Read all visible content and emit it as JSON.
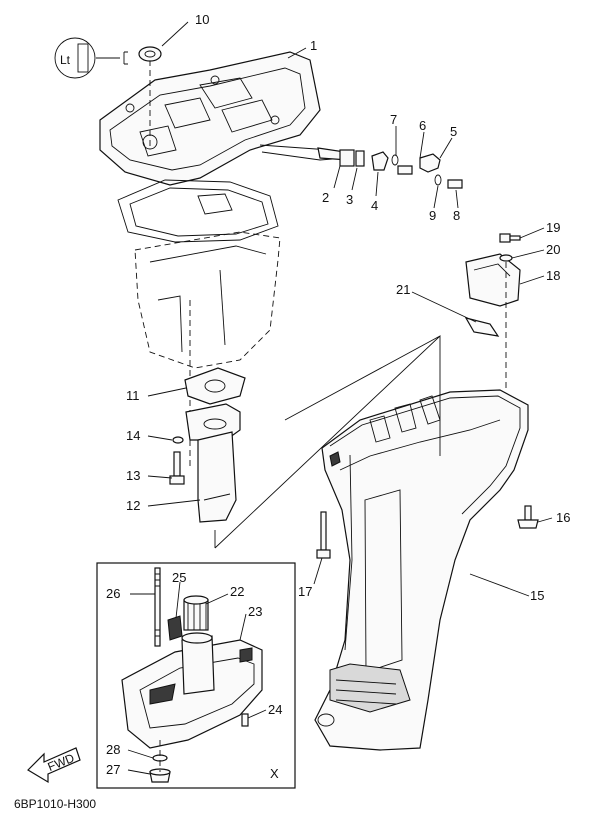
{
  "callouts": [
    {
      "id": "c1",
      "text": "1"
    },
    {
      "id": "c2",
      "text": "2"
    },
    {
      "id": "c3",
      "text": "3"
    },
    {
      "id": "c4",
      "text": "4"
    },
    {
      "id": "c5",
      "text": "5"
    },
    {
      "id": "c6",
      "text": "6"
    },
    {
      "id": "c7",
      "text": "7"
    },
    {
      "id": "c8",
      "text": "8"
    },
    {
      "id": "c9",
      "text": "9"
    },
    {
      "id": "c10",
      "text": "10"
    },
    {
      "id": "c11",
      "text": "11"
    },
    {
      "id": "c12",
      "text": "12"
    },
    {
      "id": "c13",
      "text": "13"
    },
    {
      "id": "c14",
      "text": "14"
    },
    {
      "id": "c15",
      "text": "15"
    },
    {
      "id": "c16",
      "text": "16"
    },
    {
      "id": "c17",
      "text": "17"
    },
    {
      "id": "c18",
      "text": "18"
    },
    {
      "id": "c19",
      "text": "19"
    },
    {
      "id": "c20",
      "text": "20"
    },
    {
      "id": "c21",
      "text": "21"
    },
    {
      "id": "c22",
      "text": "22"
    },
    {
      "id": "c23",
      "text": "23"
    },
    {
      "id": "c24",
      "text": "24"
    },
    {
      "id": "c25",
      "text": "25"
    },
    {
      "id": "c26",
      "text": "26"
    },
    {
      "id": "c27",
      "text": "27"
    },
    {
      "id": "c28",
      "text": "28"
    }
  ],
  "inset_label": "X",
  "fwd_label": "FWD",
  "sealant_label": "Lt",
  "diagram_code": "6BP1010-H300"
}
